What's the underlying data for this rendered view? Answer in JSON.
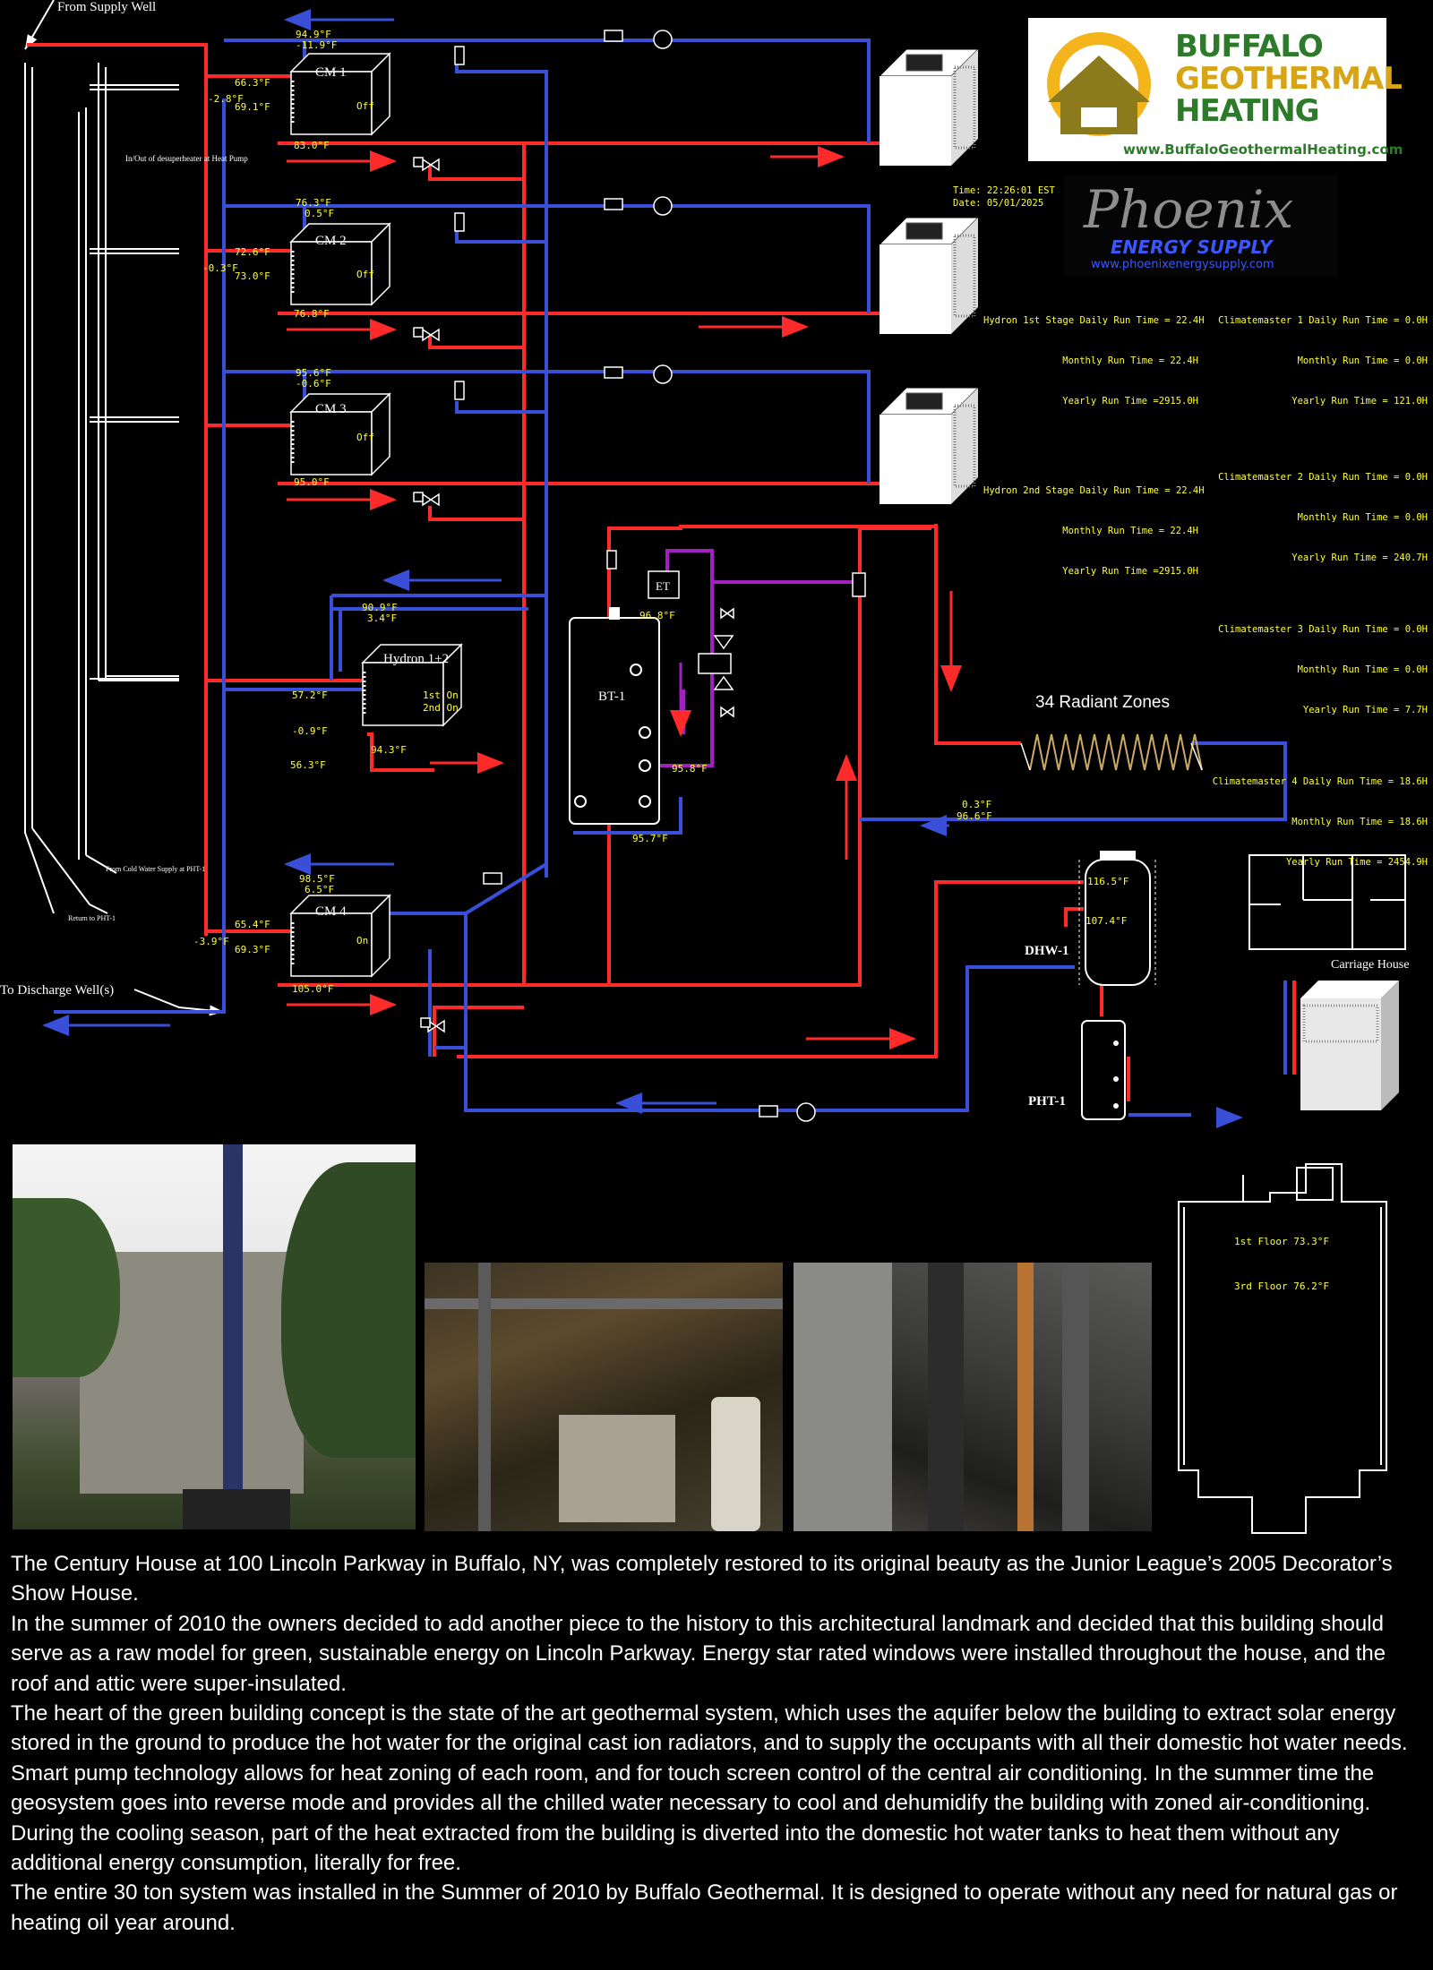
{
  "diagram": {
    "supply_well_label": "From Supply Well",
    "discharge_label": "To Discharge Well(s)",
    "desuperheater_label": "In/Out of desuperheater at Heat Pump",
    "cold_supply_label": "From Cold Water Supply at PHT-1",
    "return_pht_label": "Return to PHT-1",
    "radiant_label": "34 Radiant Zones",
    "carriage_house_label": "Carriage House",
    "bt1_label": "BT-1",
    "et_label": "ET",
    "dhw_label": "DHW-1",
    "pht_label": "PHT-1",
    "units": [
      {
        "name": "CM 1",
        "status": "Off",
        "t_top1": "94.9°F",
        "t_top2": "-11.9°F",
        "t_in1": "66.3°F",
        "t_in2": "69.1°F",
        "t_left": "-2.8°F",
        "t_out": "83.0°F"
      },
      {
        "name": "CM 2",
        "status": "Off",
        "t_top1": "76.3°F",
        "t_top2": "0.5°F",
        "t_in1": "72.6°F",
        "t_in2": "73.0°F",
        "t_left": "-0.3°F",
        "t_out": "76.8°F"
      },
      {
        "name": "CM 3",
        "status": "Off",
        "t_top1": "95.6°F",
        "t_top2": "-0.6°F",
        "t_in1": "",
        "t_in2": "",
        "t_left": "",
        "t_out": "95.0°F"
      },
      {
        "name": "CM 4",
        "status": "On",
        "t_top1": "98.5°F",
        "t_top2": "6.5°F",
        "t_in1": "65.4°F",
        "t_in2": "69.3°F",
        "t_left": "-3.9°F",
        "t_out": "105.0°F"
      }
    ],
    "hydron": {
      "name": "Hydron 1+2",
      "stage1": "1st On",
      "stage2": "2nd On",
      "t_top1": "90.9°F",
      "t_top2": "3.4°F",
      "t_in": "57.2°F",
      "t_left": "-0.9°F",
      "t_in2": "56.3°F",
      "t_out": "94.3°F"
    },
    "temps": {
      "bt1_top": "96.8°F",
      "bt1_mid": "95.8°F",
      "bt1_bot": "95.7°F",
      "radiant_1": "0.3°F",
      "radiant_2": "96.6°F",
      "dhw_top": "116.5°F",
      "dhw_mid": "107.4°F"
    }
  },
  "status": {
    "time": "Time: 22:26:01 EST",
    "date": "Date: 05/01/2025"
  },
  "runtime": {
    "hydron": [
      {
        "label": "Hydron 1st Stage Daily Run Time =",
        "daily": "22.4H",
        "monthly": "22.4H",
        "yearly": "=2915.0H"
      },
      {
        "label": "Hydron 2nd Stage Daily Run Time =",
        "daily": "22.4H",
        "monthly": "22.4H",
        "yearly": "=2915.0H"
      }
    ],
    "cm": [
      {
        "label": "Climatemaster 1 Daily Run Time =",
        "daily": "0.0H",
        "monthly": "0.0H",
        "yearly": "121.0H"
      },
      {
        "label": "Climatemaster 2 Daily Run Time =",
        "daily": "0.0H",
        "monthly": "0.0H",
        "yearly": "240.7H"
      },
      {
        "label": "Climatemaster 3 Daily Run Time =",
        "daily": "0.0H",
        "monthly": "0.0H",
        "yearly": "7.7H"
      },
      {
        "label": "Climatemaster 4 Daily Run Time =",
        "daily": "18.6H",
        "monthly": "18.6H",
        "yearly": "2454.9H"
      }
    ],
    "monthly_label": "Monthly Run Time =",
    "yearly_label": "Yearly Run Time ="
  },
  "logos": {
    "buffalo_line1": "BUFFALO",
    "buffalo_line2": "GEOTHERMAL",
    "buffalo_line3": "HEATING",
    "buffalo_url": "www.BuffaloGeothermalHeating.com",
    "phoenix_name": "Phoenix",
    "phoenix_sub": "ENERGY SUPPLY",
    "phoenix_url": "www.phoenixenergysupply.com"
  },
  "floorplan": {
    "floor1": "1st Floor   73.3°F",
    "floor3": "3rd Floor   76.2°F"
  },
  "description": [
    "The Century House at 100 Lincoln Parkway in Buffalo, NY, was completely restored to its original beauty as the Junior League’s 2005 Decorator’s Show House.",
    "In the summer of 2010 the owners decided to add another piece to the history to this architectural landmark and decided that this building should serve as a raw model for green, sustainable energy on Lincoln Parkway. Energy star rated windows were installed throughout the house, and the roof and attic were super-insulated.",
    "The heart of the green building concept is the state of the art geothermal system, which uses the aquifer below the building to extract solar energy stored in the ground to produce the hot water for the original cast ion radiators, and to supply the occupants with all their domestic hot water needs.  Smart pump technology allows for heat zoning of each room, and for touch screen control of the central air conditioning. In the summer time the geosystem goes into reverse mode and provides all the chilled water necessary to cool and dehumidify the building with zoned air-conditioning.  During the cooling season, part of the heat extracted from the building is diverted into the domestic hot water tanks to heat them without any additional energy consumption, literally for free.",
    "The entire 30 ton system was installed in the Summer of 2010 by Buffalo Geothermal. It is designed to operate without any need for natural gas or heating oil year around."
  ]
}
